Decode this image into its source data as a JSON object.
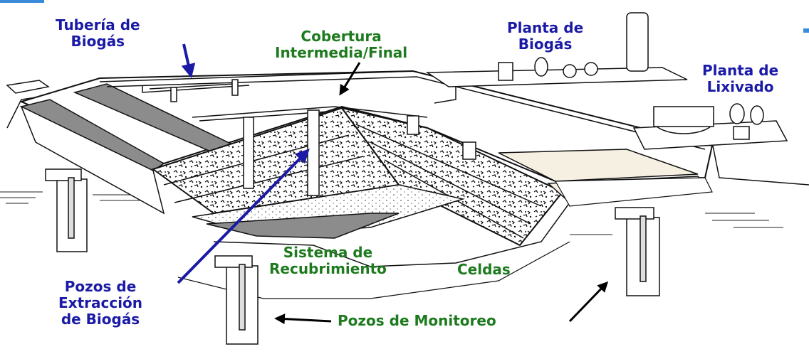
{
  "labels": {
    "gas_pipe": [
      "Tubería de",
      "Biogás"
    ],
    "cover": [
      "Cobertura",
      "Intermedia/Final"
    ],
    "gas_plant": [
      "Planta de",
      "Biogás"
    ],
    "leachate_plant": [
      "Planta de",
      "Lixivado"
    ],
    "liner": [
      "Sistema de",
      "Recubrimiento"
    ],
    "cells": "Celdas",
    "extraction_wells": [
      "Pozos de",
      "Extracción",
      "de Biogás"
    ],
    "monitoring_wells": "Pozos de Monitoreo"
  },
  "colors": {
    "label_blue": "#1a1aa6",
    "label_green": "#1e7a1e",
    "arrow_blue": "#1a1aa6",
    "arrow_black": "#000000",
    "liner_gray": "#8c8c8c",
    "final_cover_cream": "#f6f0e2",
    "accent_bar": "#3a8ad8"
  }
}
